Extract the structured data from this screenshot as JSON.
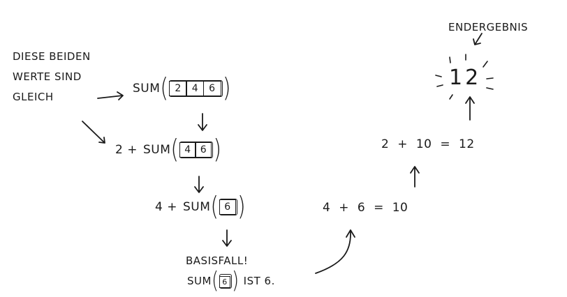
{
  "note": [
    "DIESE BEIDEN",
    "WERTE SIND",
    "GLEICH"
  ],
  "final_label": "ENDERGEBNIS",
  "final_value": "12",
  "rows": [
    {
      "prefix": "",
      "fn": "SUM",
      "items": [
        "2",
        "4",
        "6"
      ]
    },
    {
      "prefix": "2 +",
      "fn": "SUM",
      "items": [
        "4",
        "6"
      ]
    },
    {
      "prefix": "4 +",
      "fn": "SUM",
      "items": [
        "6"
      ]
    }
  ],
  "base_case": {
    "title": "BASISFALL!",
    "fn": "SUM",
    "items": [
      "6"
    ],
    "suffix": "IST 6."
  },
  "unwind": {
    "step1": "4 + 6 = 10",
    "step2": "2 + 10 = 12"
  }
}
